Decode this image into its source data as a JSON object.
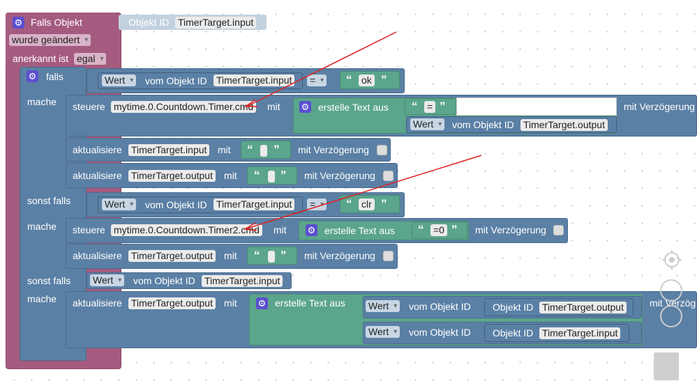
{
  "colors": {
    "event": "#a55b80",
    "control": "#5b80a5",
    "text": "#5ba58c",
    "arrow": "#e02020"
  },
  "event": {
    "title": "Falls Objekt",
    "changed_dd": "wurde geändert",
    "ack_label": "anerkannt ist",
    "ack_dd": "egal",
    "oid_label": "Objekt ID",
    "oid_value": "TimerTarget.input"
  },
  "if_block": {
    "falls": "falls",
    "mache": "mache",
    "sonst_falls": "sonst falls"
  },
  "b1": {
    "wert": "Wert",
    "vom": "vom Objekt ID",
    "oid": "TimerTarget.input",
    "op": "=",
    "str": "ok"
  },
  "s1": {
    "steuere": "steuere",
    "target": "mytime.0.Countdown.Timer.cmd",
    "mit": "mit",
    "erstelle": "erstelle Text aus",
    "str": "=",
    "wert": "Wert",
    "vom": "vom Objekt ID",
    "oid": "TimerTarget.output",
    "delay": "mit Verzögerung"
  },
  "s2": {
    "akt": "aktualisiere",
    "target": "TimerTarget.input",
    "mit": "mit",
    "delay": "mit Verzögerung"
  },
  "s3": {
    "akt": "aktualisiere",
    "target": "TimerTarget.output",
    "mit": "mit",
    "delay": "mit Verzögerung"
  },
  "b2": {
    "wert": "Wert",
    "vom": "vom Objekt ID",
    "oid": "TimerTarget.input",
    "op": "=",
    "str": "clr"
  },
  "s4": {
    "steuere": "steuere",
    "target": "mytime.0.Countdown.Timer2.cmd",
    "mit": "mit",
    "erstelle": "erstelle Text aus",
    "str": "=0",
    "delay": "mit Verzögerung"
  },
  "s5": {
    "akt": "aktualisiere",
    "target": "TimerTarget.output",
    "mit": "mit",
    "delay": "mit Verzögerung"
  },
  "b3": {
    "wert": "Wert",
    "vom": "vom Objekt ID",
    "oid": "TimerTarget.input"
  },
  "s6": {
    "akt": "aktualisiere",
    "target": "TimerTarget.output",
    "mit": "mit",
    "erstelle": "erstelle Text aus",
    "wert1": "Wert",
    "vom1": "vom Objekt ID",
    "oid_label1": "Objekt ID",
    "oid1": "TimerTarget.output",
    "wert2": "Wert",
    "vom2": "vom Objekt ID",
    "oid_label2": "Objekt ID",
    "oid2": "TimerTarget.input",
    "delay": "mit Verzög"
  },
  "controls": {
    "center_icon": "target-icon",
    "zoom_in_icon": "plus-icon",
    "zoom_out_icon": "minus-icon",
    "trash_icon": "trash-icon"
  }
}
